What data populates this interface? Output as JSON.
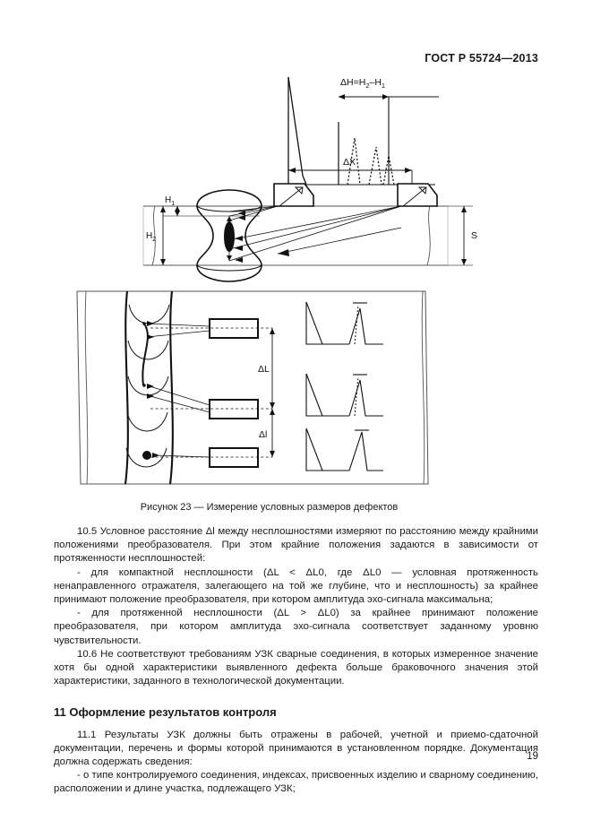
{
  "header": {
    "standard_number": "ГОСТ Р 55724—2013"
  },
  "figure": {
    "caption": "Рисунок 23 — Измерение условных размеров дефектов",
    "labels": {
      "delta_h": "ΔH=H",
      "delta_h_sub2": "2",
      "delta_h_minus": "–H",
      "delta_h_sub1": "1",
      "delta_x": "ΔX",
      "h1": "H",
      "h1_sub": "1",
      "h2": "H",
      "h2_sub": "2",
      "s": "S",
      "delta_L": "ΔL",
      "delta_l": "Δl"
    }
  },
  "body": {
    "p_10_5": "10.5 Условное расстояние Δl между несплошностями измеряют по расстоянию между крайними положениями преобразователя. При этом крайние положения задаются в зависимости от протяженности несплошностей:",
    "p_dash_1": "-  для компактной несплошности (ΔL < ΔL0, где ΔL0 — условная протяженность ненаправленного отражателя, залегающего на той же глубине, что и несплошность) за крайнее принимают положение преобразователя, при котором амплитуда эхо-сигнала максимальна;",
    "p_dash_2": "-  для протяженной несплошности (ΔL > ΔL0) за крайнее принимают положение преобразователя, при котором амплитуда эхо-сигнала соответствует заданному уровню чувствительности.",
    "p_10_6": "10.6 Не соответствуют требованиям УЗК сварные соединения, в которых измеренное значение хотя бы одной характеристики выявленного дефекта больше браковочного значения этой характеристики, заданного в технологической документации.",
    "section_11_title": "11 Оформление результатов контроля",
    "p_11_1": "11.1 Результаты УЗК должны быть отражены в рабочей, учетной и приемо-сдаточной документации, перечень и формы которой принимаются в установленном порядке. Документация должна содержать сведения:",
    "p_dash_3": "-  о типе контролируемого соединения, индексах, присвоенных изделию и сварному соединению, расположении и длине участка, подлежащего УЗК;"
  },
  "footer": {
    "page_number": "19"
  },
  "colors": {
    "text": "#1a1a1a",
    "line": "#111111",
    "thin_line": "#555555"
  }
}
